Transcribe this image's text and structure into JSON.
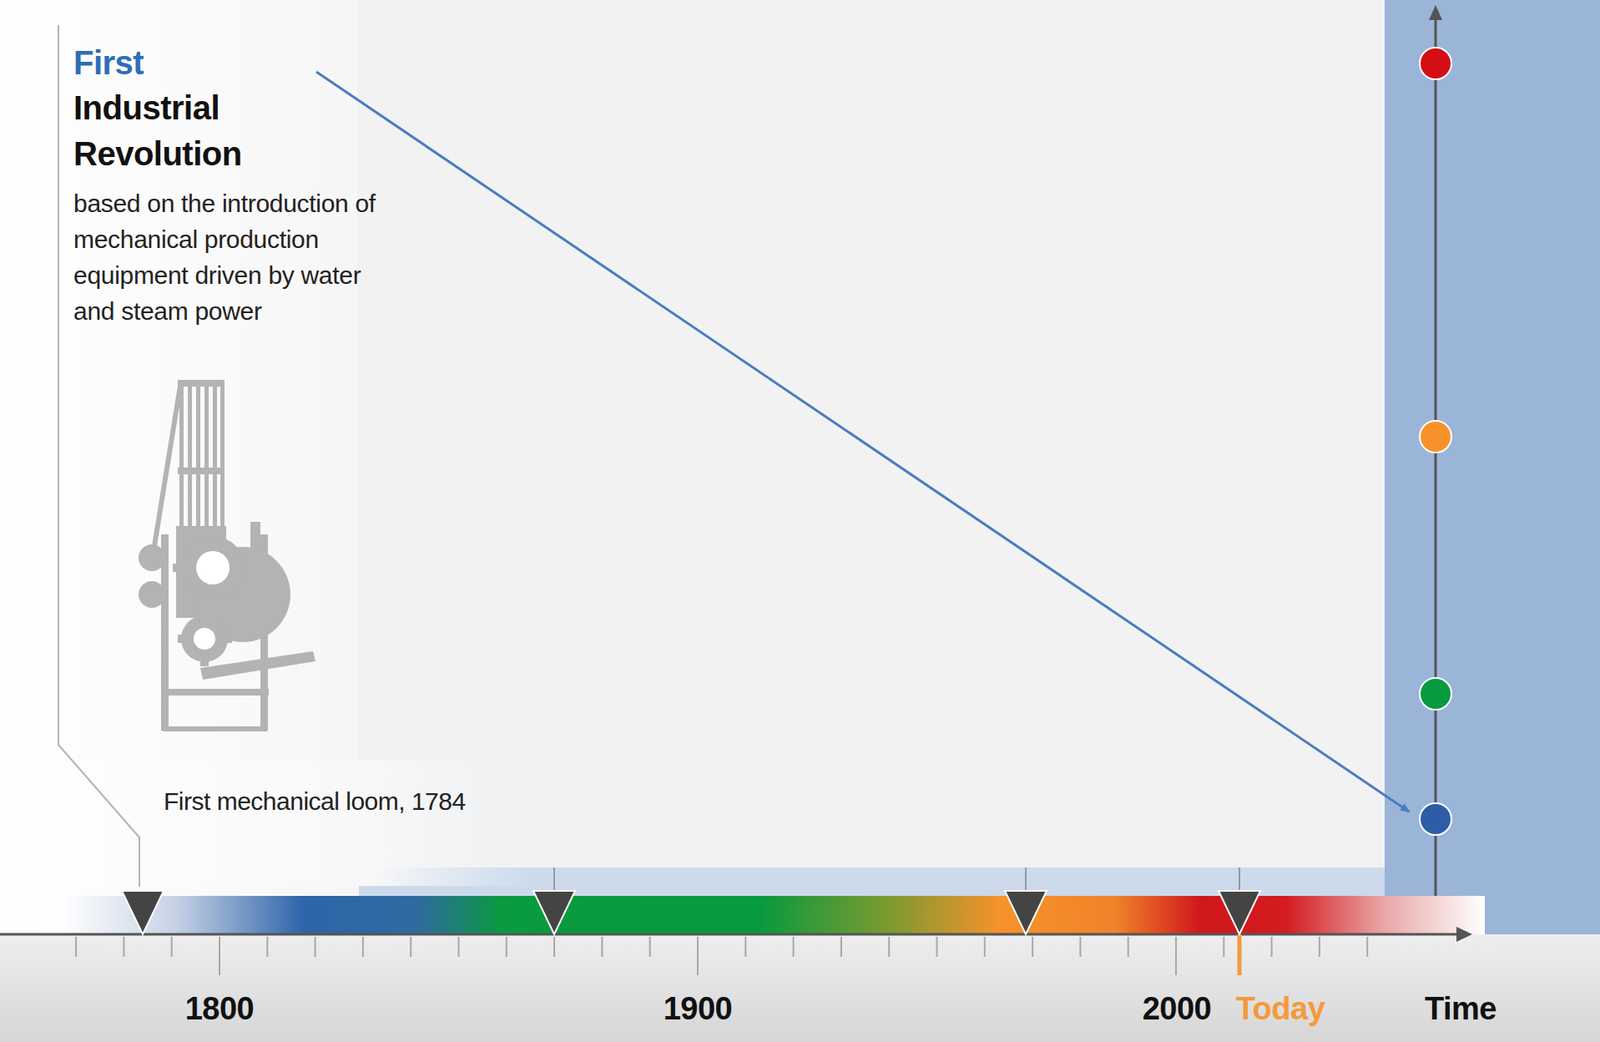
{
  "diagram": {
    "nodes": [
      {
        "text": [
          "First",
          "Industrial Revolution",
          "based on the introduction of mechanical production equipment driven by water and steam power"
        ]
      }
    ],
    "labels": [
      "First mechanical loom, 1784",
      "1800",
      "1900",
      "2000",
      "Today",
      "Time"
    ]
  }
}
